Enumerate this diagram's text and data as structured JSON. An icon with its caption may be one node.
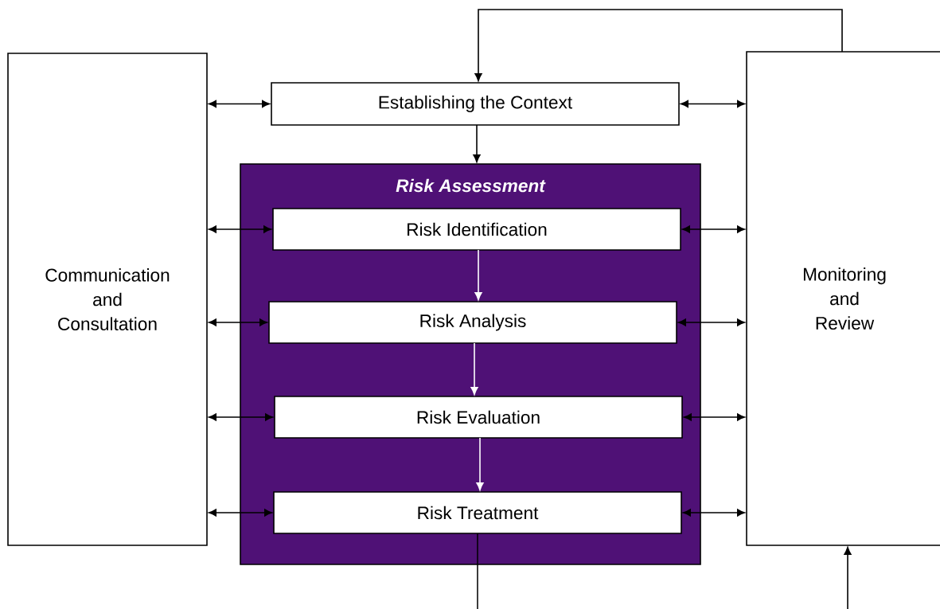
{
  "diagram": {
    "nodes": [
      {
        "text": [
          "Communication and Consultation"
        ]
      },
      {
        "text": [
          "Establishing the Context"
        ]
      },
      {
        "text": [
          "Risk Assessment"
        ]
      },
      {
        "text": [
          "Risk Identification"
        ],
        "in": 2
      },
      {
        "text": [
          "Risk Analysis"
        ],
        "in": 2
      },
      {
        "text": [
          "Risk Evaluation"
        ],
        "in": 2
      },
      {
        "text": [
          "Risk Treatment"
        ],
        "in": 2
      },
      {
        "text": [
          "Monitoring and Review"
        ]
      }
    ],
    "edges": [
      {
        "from": 0,
        "to": 1,
        "arrow": "both"
      },
      {
        "from": 1,
        "to": 7,
        "arrow": "both"
      },
      {
        "from": 7,
        "to": 1,
        "arrow": "to"
      },
      {
        "from": 1,
        "to": 2,
        "arrow": "to"
      },
      {
        "from": 0,
        "to": 3,
        "arrow": "both"
      },
      {
        "from": 3,
        "to": 7,
        "arrow": "both"
      },
      {
        "from": 3,
        "to": 4,
        "arrow": "to",
        "color": "#ffffff"
      },
      {
        "from": 0,
        "to": 4,
        "arrow": "both"
      },
      {
        "from": 4,
        "to": 7,
        "arrow": "both"
      },
      {
        "from": 4,
        "to": 5,
        "arrow": "to",
        "color": "#ffffff"
      },
      {
        "from": 0,
        "to": 5,
        "arrow": "both"
      },
      {
        "from": 5,
        "to": 7,
        "arrow": "both"
      },
      {
        "from": 5,
        "to": 6,
        "arrow": "to",
        "color": "#ffffff"
      },
      {
        "from": 0,
        "to": 6,
        "arrow": "both"
      },
      {
        "from": 6,
        "to": 7,
        "arrow": "both"
      },
      {
        "from": 6,
        "to": null,
        "arrow": "none"
      },
      {
        "from": null,
        "to": 7,
        "arrow": "to"
      }
    ]
  }
}
